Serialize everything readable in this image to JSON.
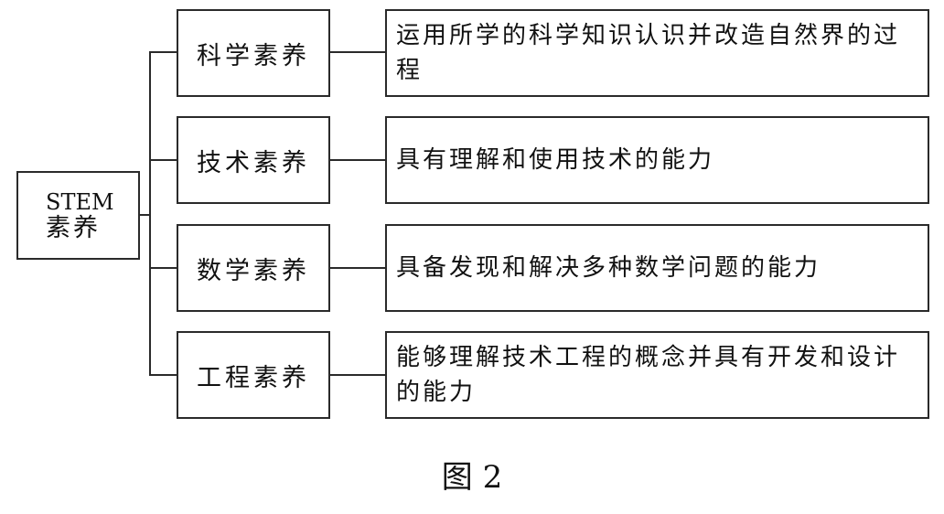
{
  "diagram": {
    "root": {
      "line1": "STEM",
      "line2": "素养"
    },
    "branches": [
      {
        "category": "科学素养",
        "description": "运用所学的科学知识认识并改造自然界的过程"
      },
      {
        "category": "技术素养",
        "description": "具有理解和使用技术的能力"
      },
      {
        "category": "数学素养",
        "description": "具备发现和解决多种数学问题的能力"
      },
      {
        "category": "工程素养",
        "description": "能够理解技术工程的概念并具有开发和设计的能力"
      }
    ],
    "caption": "图 2"
  }
}
